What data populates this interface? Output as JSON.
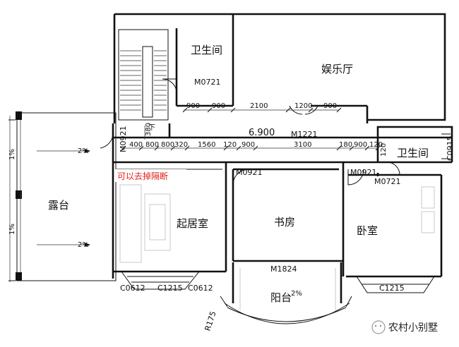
{
  "rooms": {
    "bathroom_top": "卫生间",
    "entertainment": "娱乐厅",
    "bathroom_right": "卫生间",
    "terrace": "露台",
    "living": "起居室",
    "study": "书房",
    "bedroom": "卧室",
    "balcony": "阳台"
  },
  "note": "可以去掉隔断",
  "note_color": "#e0201c",
  "watermark": "农村小别墅",
  "elevation": "6.900",
  "codes": {
    "m0721_top": "M0721",
    "m0921_left_side": "M0921",
    "m1221": "M1221",
    "c0915": "C0915",
    "m0921_living": "M0921",
    "m0921_bedroom": "M0921",
    "m0721_bath": "M0721",
    "m1824": "M1824",
    "c0612_left": "C0612",
    "c1215_left": "C1215",
    "c0612_right": "C0612",
    "c1215_right": "C1215",
    "r175": "R175"
  },
  "dims_row1": [
    "900",
    "900",
    "2100",
    "1200",
    "900"
  ],
  "dims_row2": [
    "400",
    "800",
    "800",
    "320",
    "1560",
    "120",
    "900",
    "3100",
    "180",
    "900",
    "120"
  ],
  "dims_misc": {
    "d380": "380",
    "d120_right": "120",
    "down": "下"
  },
  "slope_labels": [
    "2%",
    "2%",
    "1%",
    "1%",
    "2%"
  ]
}
